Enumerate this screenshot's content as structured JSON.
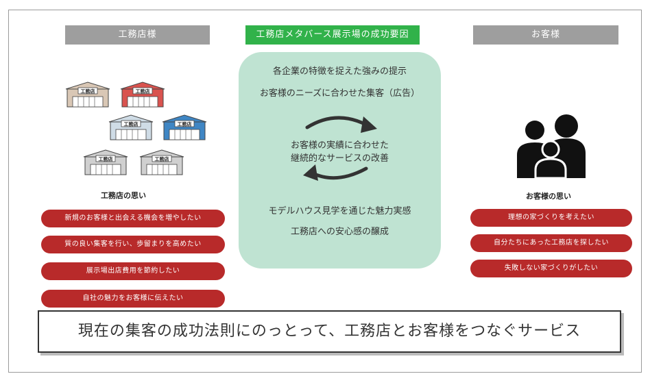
{
  "headers": {
    "left": "工務店様",
    "center": "工務店メタバース展示場の成功要因",
    "right": "お客様"
  },
  "center": {
    "items": [
      "各企業の特徴を捉えた強みの提示",
      "お客様のニーズに合わせた集客（広告）",
      "お客様の実績に合わせた\n継続的なサービスの改善",
      "モデルハウス見学を通じた魅力実感",
      "工務店への安心感の醸成"
    ],
    "color": "#bfe3d2"
  },
  "left": {
    "building_label": "工務店",
    "title": "工務店の思い",
    "pills": [
      "新規のお客様と出会える機会を増やしたい",
      "質の良い集客を行い、歩留まりを高めたい",
      "展示場出店費用を節約したい",
      "自社の魅力をお客様に伝えたい"
    ]
  },
  "right": {
    "title": "お客様の思い",
    "pills": [
      "理想の家づくりを考えたい",
      "自分たちにあった工務店を探したい",
      "失敗しない家づくりがしたい"
    ]
  },
  "bottom": {
    "text": "現在の集客の成功法則にのっとって、工務店とお客様をつなぐサービス"
  },
  "colors": {
    "header_gray": "#9e9e9e",
    "header_green": "#31b24a",
    "pill_red": "#b82a2a",
    "building_colors": [
      "#d9c7b5",
      "#d9534f",
      "#cfdce6",
      "#3f86c4",
      "#d0d0d0",
      "#d0d0d0"
    ]
  },
  "icons": [
    "building-icon",
    "family-icon",
    "cycle-arrows-icon"
  ]
}
